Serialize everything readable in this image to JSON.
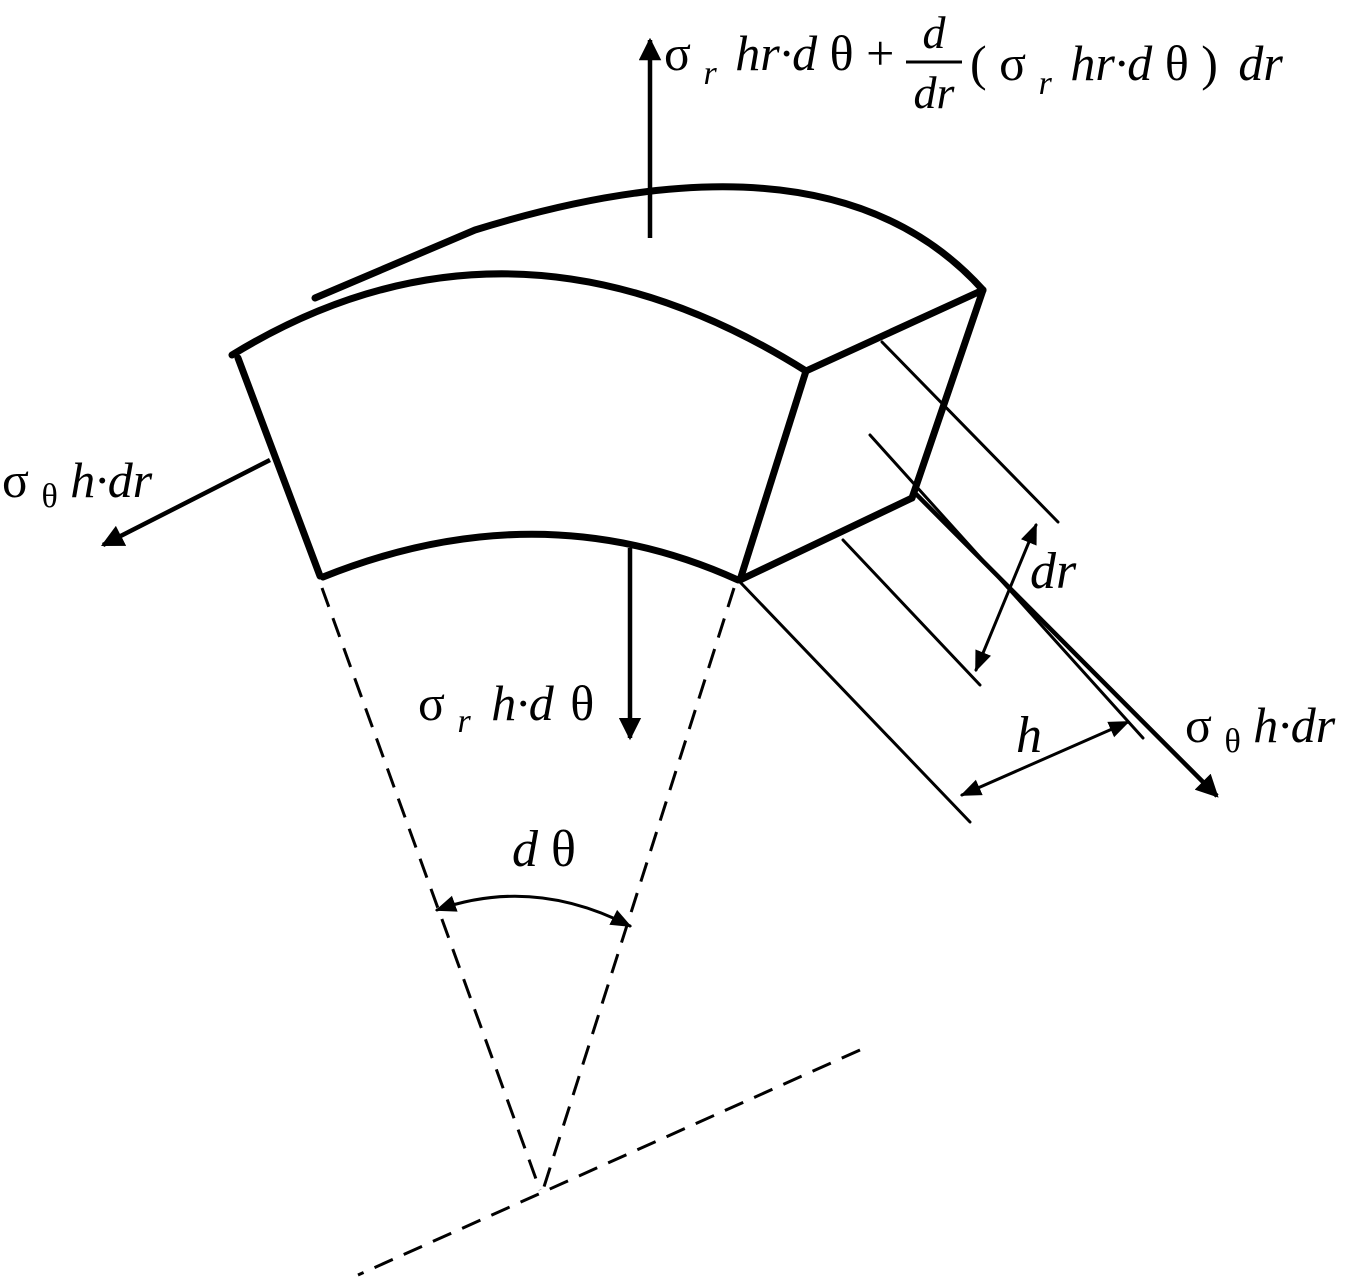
{
  "labels": {
    "top_force": {
      "sigma": "σ",
      "sub_r": "r",
      "part1": "hr·d",
      "theta1": "θ",
      "plus": "+",
      "frac_num": "d",
      "frac_den": "dr",
      "paren_open": "(",
      "sigma2": "σ",
      "sub_r2": "r",
      "part2": "hr·d",
      "theta2": "θ",
      "paren_close": ")",
      "tail": "dr"
    },
    "left_force": {
      "sigma": "σ",
      "sub": "θ",
      "rest": "h·dr"
    },
    "right_force": {
      "sigma": "σ",
      "sub": "θ",
      "rest": "h·dr"
    },
    "bottom_force": {
      "sigma": "σ",
      "sub": "r",
      "rest": "h·d",
      "theta": "θ"
    },
    "angle": {
      "d": "d",
      "theta": "θ"
    },
    "dim_dr": "dr",
    "dim_h": "h"
  }
}
